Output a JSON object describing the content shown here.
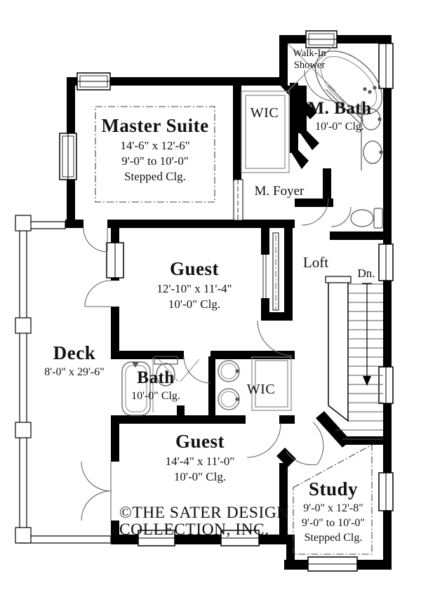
{
  "rooms": {
    "master_suite": {
      "name": "Master Suite",
      "dims": "14'-6\" x 12'-6\"",
      "ceiling_range": "9'-0\" to 10'-0\"",
      "ceiling_note": "Stepped Clg."
    },
    "wic_upper": {
      "name": "WIC"
    },
    "walk_in_shower": {
      "line1": "Walk-In",
      "line2": "Shower"
    },
    "m_bath": {
      "name": "M. Bath",
      "ceiling": "10'-0\" Clg."
    },
    "m_foyer": {
      "name": "M. Foyer"
    },
    "guest_middle": {
      "name": "Guest",
      "dims": "12'-10\" x 11'-4\"",
      "ceiling": "10'-0\" Clg."
    },
    "loft": {
      "name": "Loft"
    },
    "deck": {
      "name": "Deck",
      "dims": "8'-0\" x 29'-6\""
    },
    "bath": {
      "name": "Bath",
      "ceiling": "10'-0\" Clg."
    },
    "wic_lower": {
      "name": "WIC"
    },
    "guest_lower": {
      "name": "Guest",
      "dims": "14'-4\" x 11'-0\"",
      "ceiling": "10'-0\" Clg."
    },
    "study": {
      "name": "Study",
      "dims": "9'-0\" x 12'-8\"",
      "ceiling_range": "9'-0\" to 10'-0\"",
      "ceiling_note": "Stepped Clg."
    }
  },
  "stairs": {
    "direction_label": "Dn."
  },
  "copyright": {
    "line1": "©THE SATER DESIGN",
    "line2": "COLLECTION, INC."
  },
  "colors": {
    "wall": "#000000",
    "detail_line": "#555555",
    "background": "#ffffff"
  }
}
